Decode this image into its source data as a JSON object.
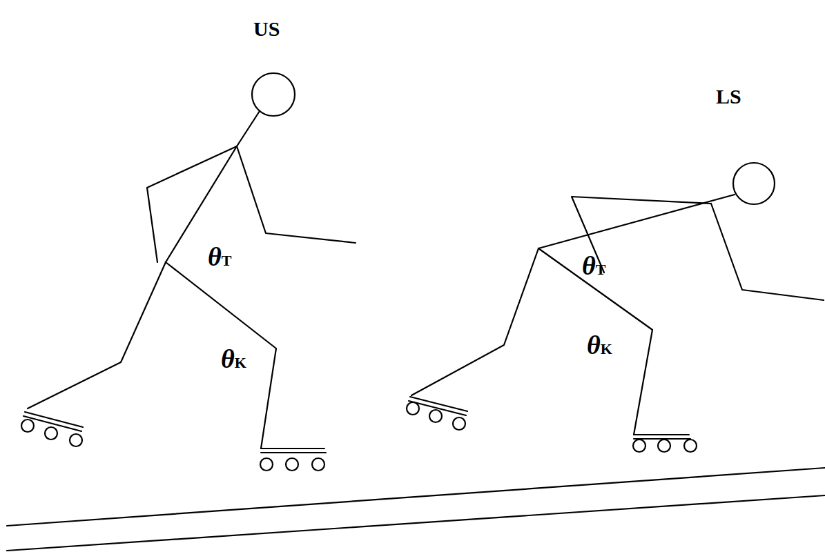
{
  "diagram": {
    "labels": [
      "US",
      "LS",
      "θT",
      "θK",
      "θT",
      "θK"
    ]
  }
}
